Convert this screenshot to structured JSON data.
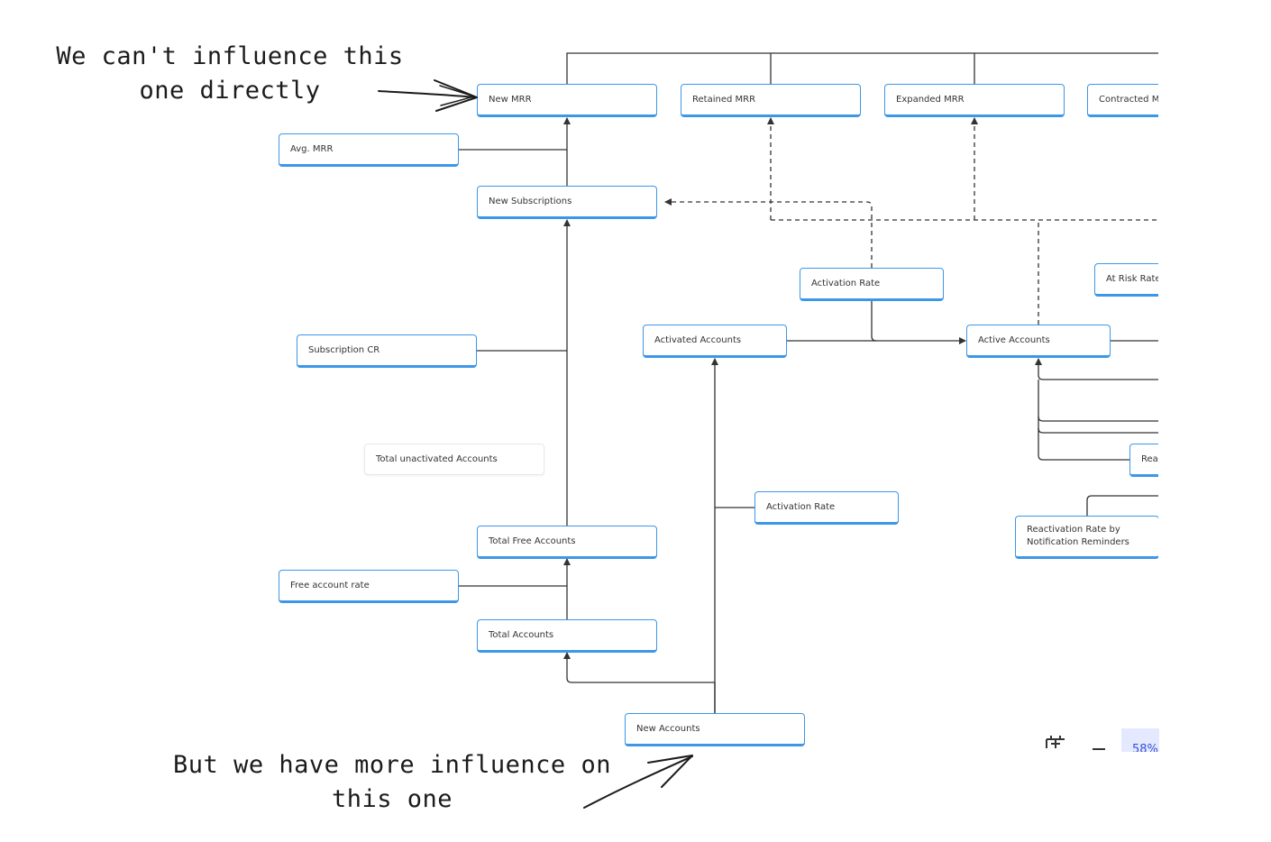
{
  "annotations": {
    "top": "We can't influence this one directly",
    "bottom": "But we have more influence on this one"
  },
  "nodes": {
    "new_mrr": "New MRR",
    "retained_mrr": "Retained MRR",
    "expanded_mrr": "Expanded MRR",
    "contracted_mrr": "Contracted MRR",
    "avg_mrr": "Avg. MRR",
    "new_subscriptions": "New Subscriptions",
    "activation_rate_top": "Activation Rate",
    "at_risk_rate": "At Risk Rate",
    "subscription_cr": "Subscription CR",
    "activated_accounts": "Activated Accounts",
    "active_accounts": "Active Accounts",
    "total_unactivated": "Total unactivated Accounts",
    "reactivated": "Reactivated Accounts",
    "activation_rate_mid": "Activation Rate",
    "reactivation_rate": "Reactivation Rate by Notification Reminders",
    "total_free_accounts": "Total Free Accounts",
    "free_account_rate": "Free account rate",
    "total_accounts": "Total Accounts",
    "new_accounts": "New Accounts"
  },
  "zoom": {
    "level": "58%",
    "fit_icon": "fit-to-screen-icon",
    "minus_icon": "zoom-out-icon"
  },
  "colors": {
    "node_border": "#3d97e8",
    "edge": "#333333",
    "zoom_highlight": "#e4e9ff"
  }
}
